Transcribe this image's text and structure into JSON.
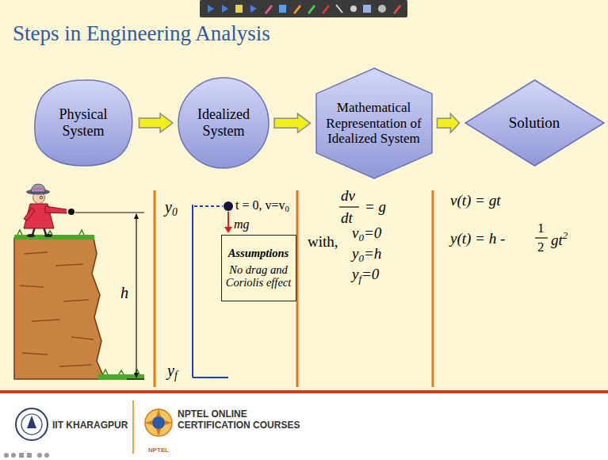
{
  "diagram": {
    "title": "Steps in Engineering Analysis",
    "nodes": [
      {
        "text": [
          "Physical System"
        ]
      },
      {
        "text": [
          "Idealized System"
        ]
      },
      {
        "text": [
          "Mathematical Representation of Idealized System"
        ]
      },
      {
        "text": [
          "Solution"
        ]
      },
      {
        "text": [
          "Assumptions",
          "No drag and Coriolis effect"
        ]
      }
    ],
    "edges": [
      {
        "from": 0,
        "to": 1,
        "arrow": "to"
      },
      {
        "from": 1,
        "to": 2,
        "arrow": "to"
      },
      {
        "from": 2,
        "to": 3,
        "arrow": "to"
      }
    ],
    "labels": [
      "h",
      "y0",
      "t = 0, v=v0",
      "mg",
      "yf",
      "dv",
      "dt",
      "= g",
      "with,",
      "v0=0",
      "y0=h",
      "yf=0",
      "v(t) = gt",
      "y(t) = h -",
      "1",
      "2",
      "gt2",
      "IIT KHARAGPUR",
      "NPTEL ONLINE CERTIFICATION COURSES",
      "NPTEL"
    ]
  }
}
